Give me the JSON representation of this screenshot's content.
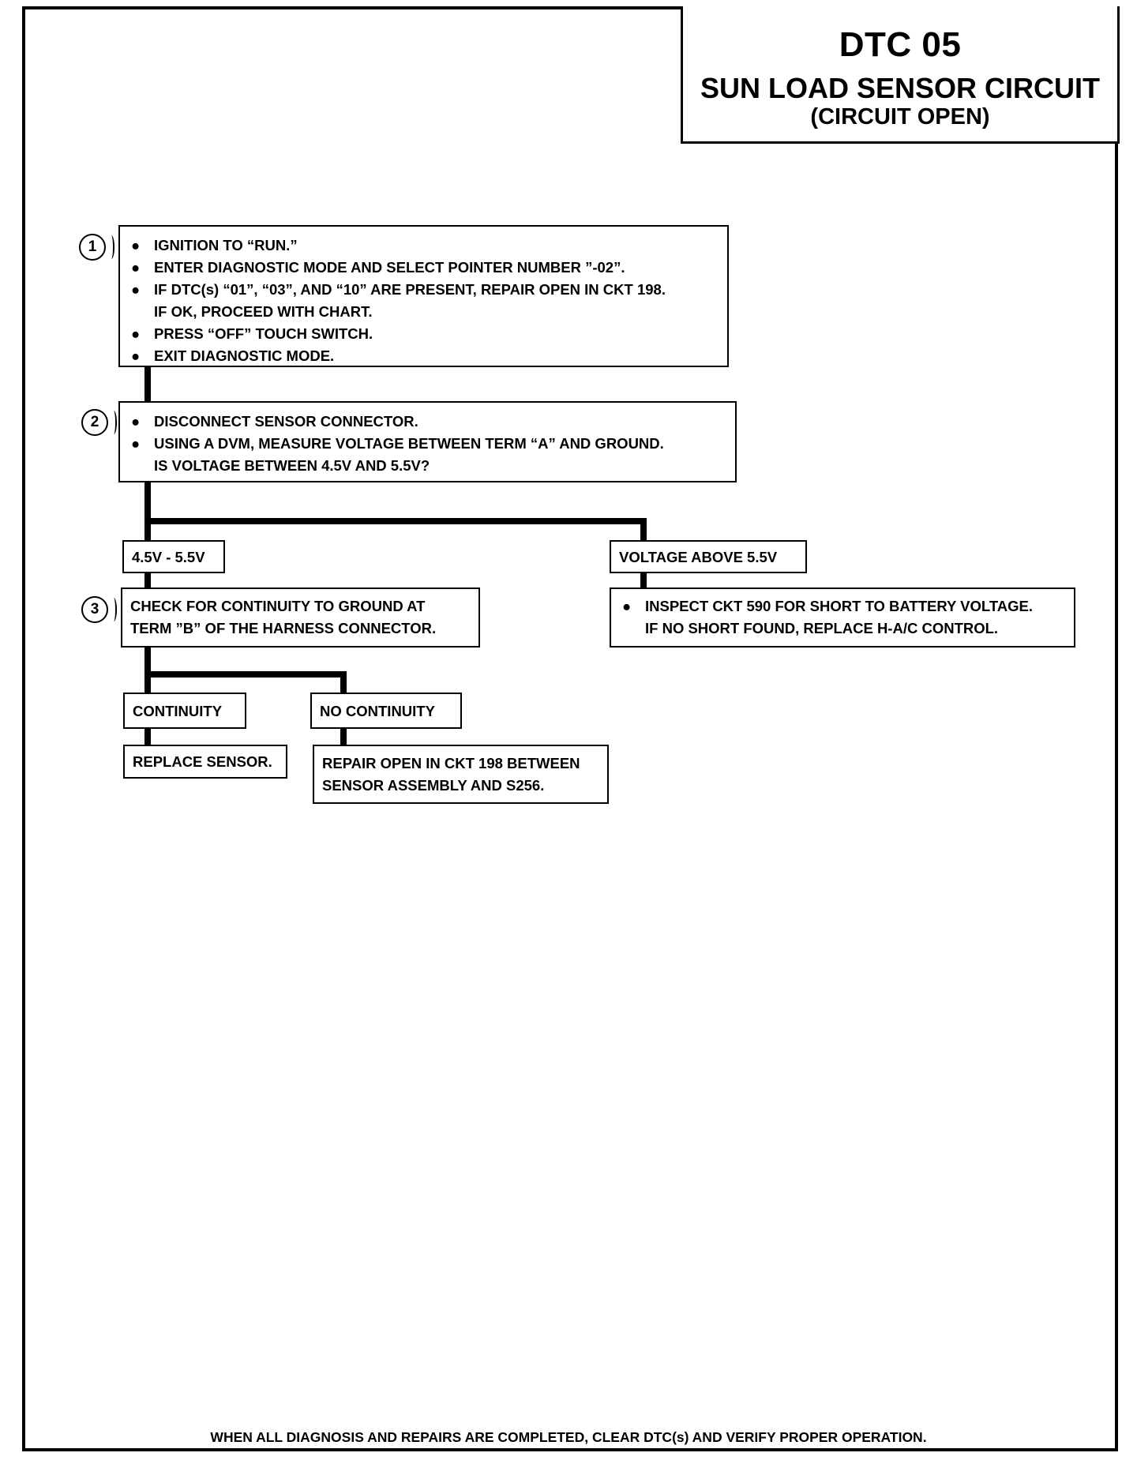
{
  "header": {
    "code": "DTC 05",
    "title": "SUN LOAD SENSOR CIRCUIT",
    "subtitle": "(CIRCUIT OPEN)"
  },
  "step1": {
    "number": "1",
    "bullet": "●",
    "lines": [
      "IGNITION TO “RUN.”",
      "ENTER DIAGNOSTIC MODE AND SELECT POINTER NUMBER ”-02”.",
      "IF DTC(s) “01”, “03”, AND “10” ARE PRESENT, REPAIR OPEN IN CKT 198.",
      "IF OK, PROCEED WITH CHART.",
      "PRESS “OFF” TOUCH SWITCH.",
      "EXIT DIAGNOSTIC MODE."
    ]
  },
  "step2": {
    "number": "2",
    "lines": [
      "DISCONNECT SENSOR CONNECTOR.",
      "USING A DVM, MEASURE VOLTAGE BETWEEN TERM “A” AND GROUND.",
      "IS VOLTAGE BETWEEN 4.5V AND 5.5V?"
    ]
  },
  "branch_left_label": "4.5V - 5.5V",
  "branch_right_label": "VOLTAGE ABOVE 5.5V",
  "step3": {
    "number": "3",
    "lines": [
      "CHECK FOR CONTINUITY TO GROUND AT",
      "TERM ”B” OF THE HARNESS CONNECTOR."
    ]
  },
  "right_action": {
    "lines": [
      "INSPECT CKT 590 FOR SHORT TO BATTERY VOLTAGE.",
      "IF NO SHORT FOUND, REPLACE H-A/C CONTROL."
    ]
  },
  "continuity_label": "CONTINUITY",
  "no_continuity_label": "NO CONTINUITY",
  "replace_sensor": "REPLACE SENSOR.",
  "repair_open": {
    "lines": [
      "REPAIR OPEN IN CKT 198 BETWEEN",
      "SENSOR ASSEMBLY AND S256."
    ]
  },
  "footer": "WHEN ALL DIAGNOSIS AND REPAIRS ARE COMPLETED, CLEAR DTC(s) AND VERIFY PROPER OPERATION."
}
